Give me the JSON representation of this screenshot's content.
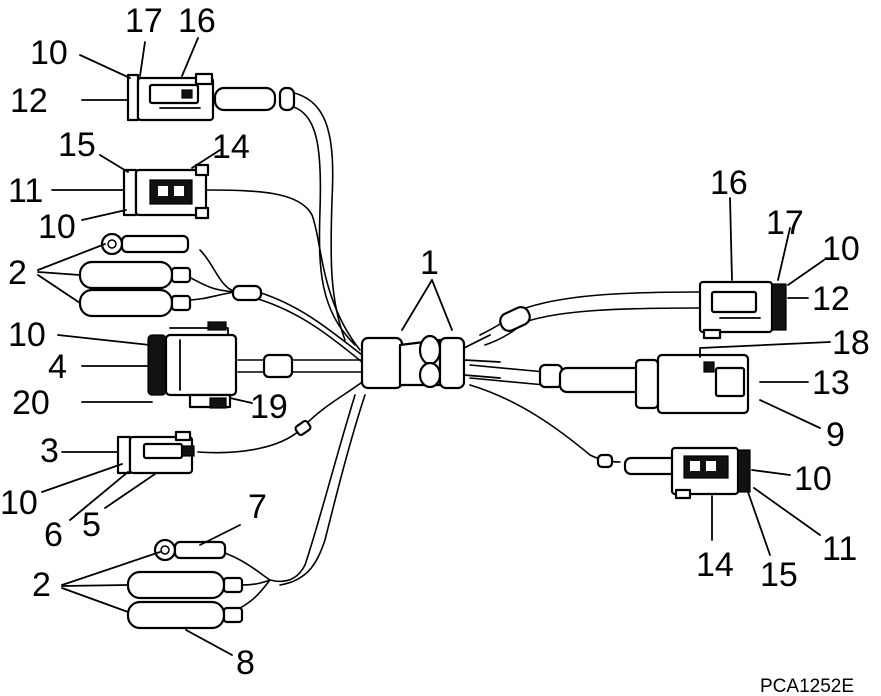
{
  "figure_code": "PCA1252E",
  "labels": {
    "n1": "1",
    "n2": "2",
    "n3": "3",
    "n4": "4",
    "n5": "5",
    "n6": "6",
    "n7": "7",
    "n8": "8",
    "n9": "9",
    "n10": "10",
    "n11": "11",
    "n12": "12",
    "n13": "13",
    "n14": "14",
    "n15": "15",
    "n16": "16",
    "n17": "17",
    "n18": "18",
    "n19": "19",
    "n20": "20"
  }
}
